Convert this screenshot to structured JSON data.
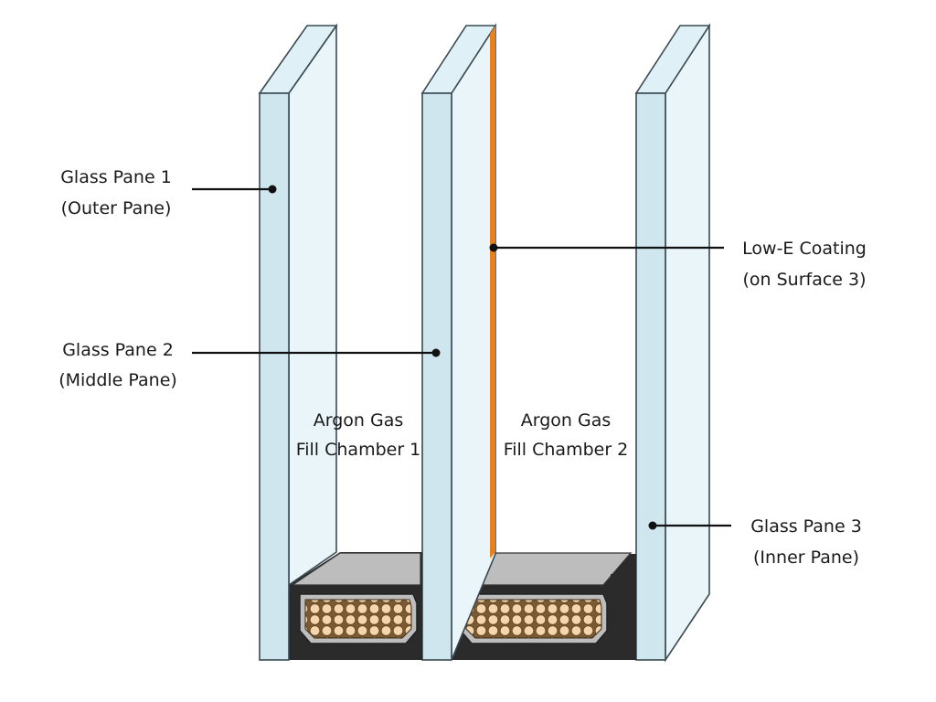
{
  "labels": {
    "pane1": {
      "line1": "Glass Pane 1",
      "line2": "(Outer Pane)"
    },
    "pane2": {
      "line1": "Glass Pane 2",
      "line2": "(Middle Pane)"
    },
    "pane3": {
      "line1": "Glass Pane 3",
      "line2": "(Inner Pane)"
    },
    "lowe": {
      "line1": "Low-E Coating",
      "line2": "(on Surface 3)"
    },
    "chamber1": {
      "line1": "Argon Gas",
      "line2": "Fill Chamber 1"
    },
    "chamber2": {
      "line1": "Argon Gas",
      "line2": "Fill Chamber 2"
    }
  },
  "colors": {
    "glass_front": "#cfe6ee",
    "glass_side": "#eaf5fa",
    "glass_top": "#dff0f6",
    "glass_edge": "#3a4a52",
    "coating": "#e8801e",
    "spacer_dark": "#2b2b2b",
    "spacer_metal": "#bdbdbd",
    "desiccant": "#f1d3a8",
    "leader": "#111111"
  }
}
